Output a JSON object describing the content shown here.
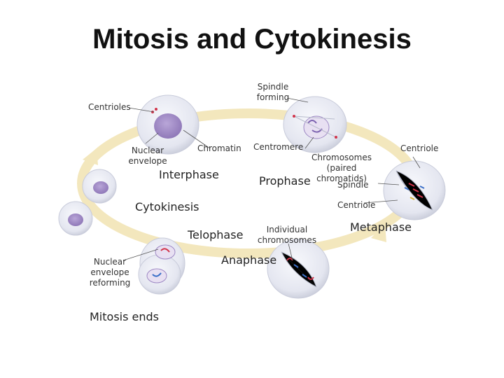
{
  "title": "Mitosis and Cytokinesis",
  "labels": {
    "spindle_forming": [
      "Spindle",
      "forming"
    ],
    "centrioles": "Centrioles",
    "nuclear_envelope": [
      "Nuclear",
      "envelope"
    ],
    "chromatin": "Chromatin",
    "centromere": "Centromere",
    "chromosomes_paired": [
      "Chromosomes",
      "(paired",
      "chromatids)"
    ],
    "spindle": "Spindle",
    "centriole_top": "Centriole",
    "centriole_mid": "Centriole",
    "individual_chromosomes": [
      "Individual",
      "chromosomes"
    ],
    "nuclear_envelope_reforming": [
      "Nuclear",
      "envelope",
      "reforming"
    ]
  },
  "stages": {
    "interphase": "Interphase",
    "prophase": "Prophase",
    "cytokinesis": "Cytokinesis",
    "telophase": "Telophase",
    "metaphase": "Metaphase",
    "anaphase": "Anaphase",
    "mitosis_ends": "Mitosis ends"
  },
  "colors": {
    "cycle_arrow": "#f3e7bd",
    "cell_fill": "#eceef6",
    "cell_edge": "#c8cbda",
    "nucleus": "#a48ec8",
    "chromosome_red": "#d2344a",
    "spindle_line": "#b8bccc"
  }
}
